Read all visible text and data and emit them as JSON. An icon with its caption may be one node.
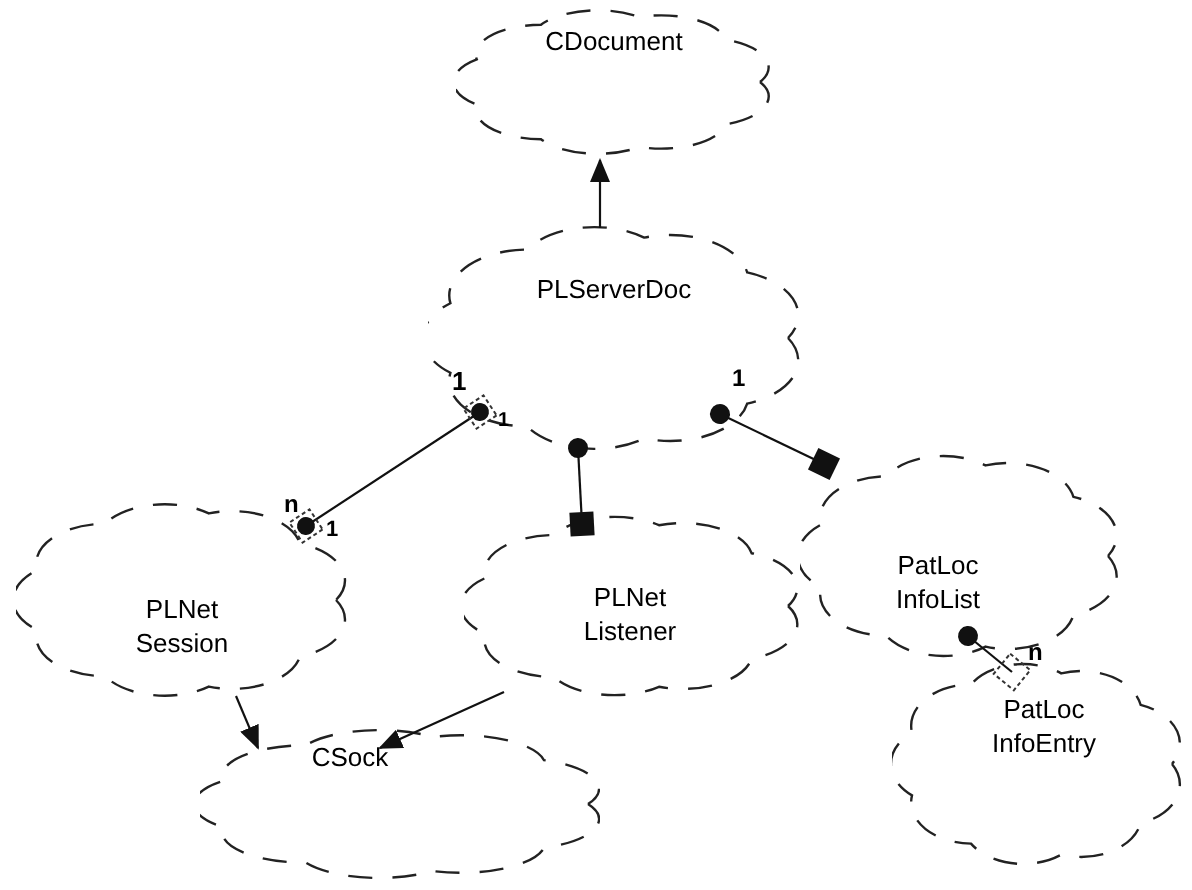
{
  "diagram": {
    "nodes": [
      {
        "text": [
          "CDocument"
        ]
      },
      {
        "text": [
          "PLServerDoc"
        ]
      },
      {
        "text": [
          "PLNet Session"
        ]
      },
      {
        "text": [
          "PLNet Listener"
        ]
      },
      {
        "text": [
          "PatLoc InfoList"
        ]
      },
      {
        "text": [
          "PatLoc InfoEntry"
        ]
      },
      {
        "text": [
          "CSock"
        ]
      }
    ],
    "edges": [
      {
        "from": 1,
        "to": 0,
        "arrow": "to"
      },
      {
        "from": 1,
        "to": 2,
        "arrow": "other"
      },
      {
        "from": 1,
        "to": 3,
        "arrow": "other"
      },
      {
        "from": 1,
        "to": 4,
        "arrow": "other"
      },
      {
        "from": 4,
        "to": 5,
        "arrow": "other"
      },
      {
        "from": 2,
        "to": 6,
        "arrow": "to"
      },
      {
        "from": 3,
        "to": 6,
        "arrow": "to"
      }
    ],
    "labels": [
      "1",
      "1",
      "1",
      "n",
      "1",
      "n"
    ]
  }
}
